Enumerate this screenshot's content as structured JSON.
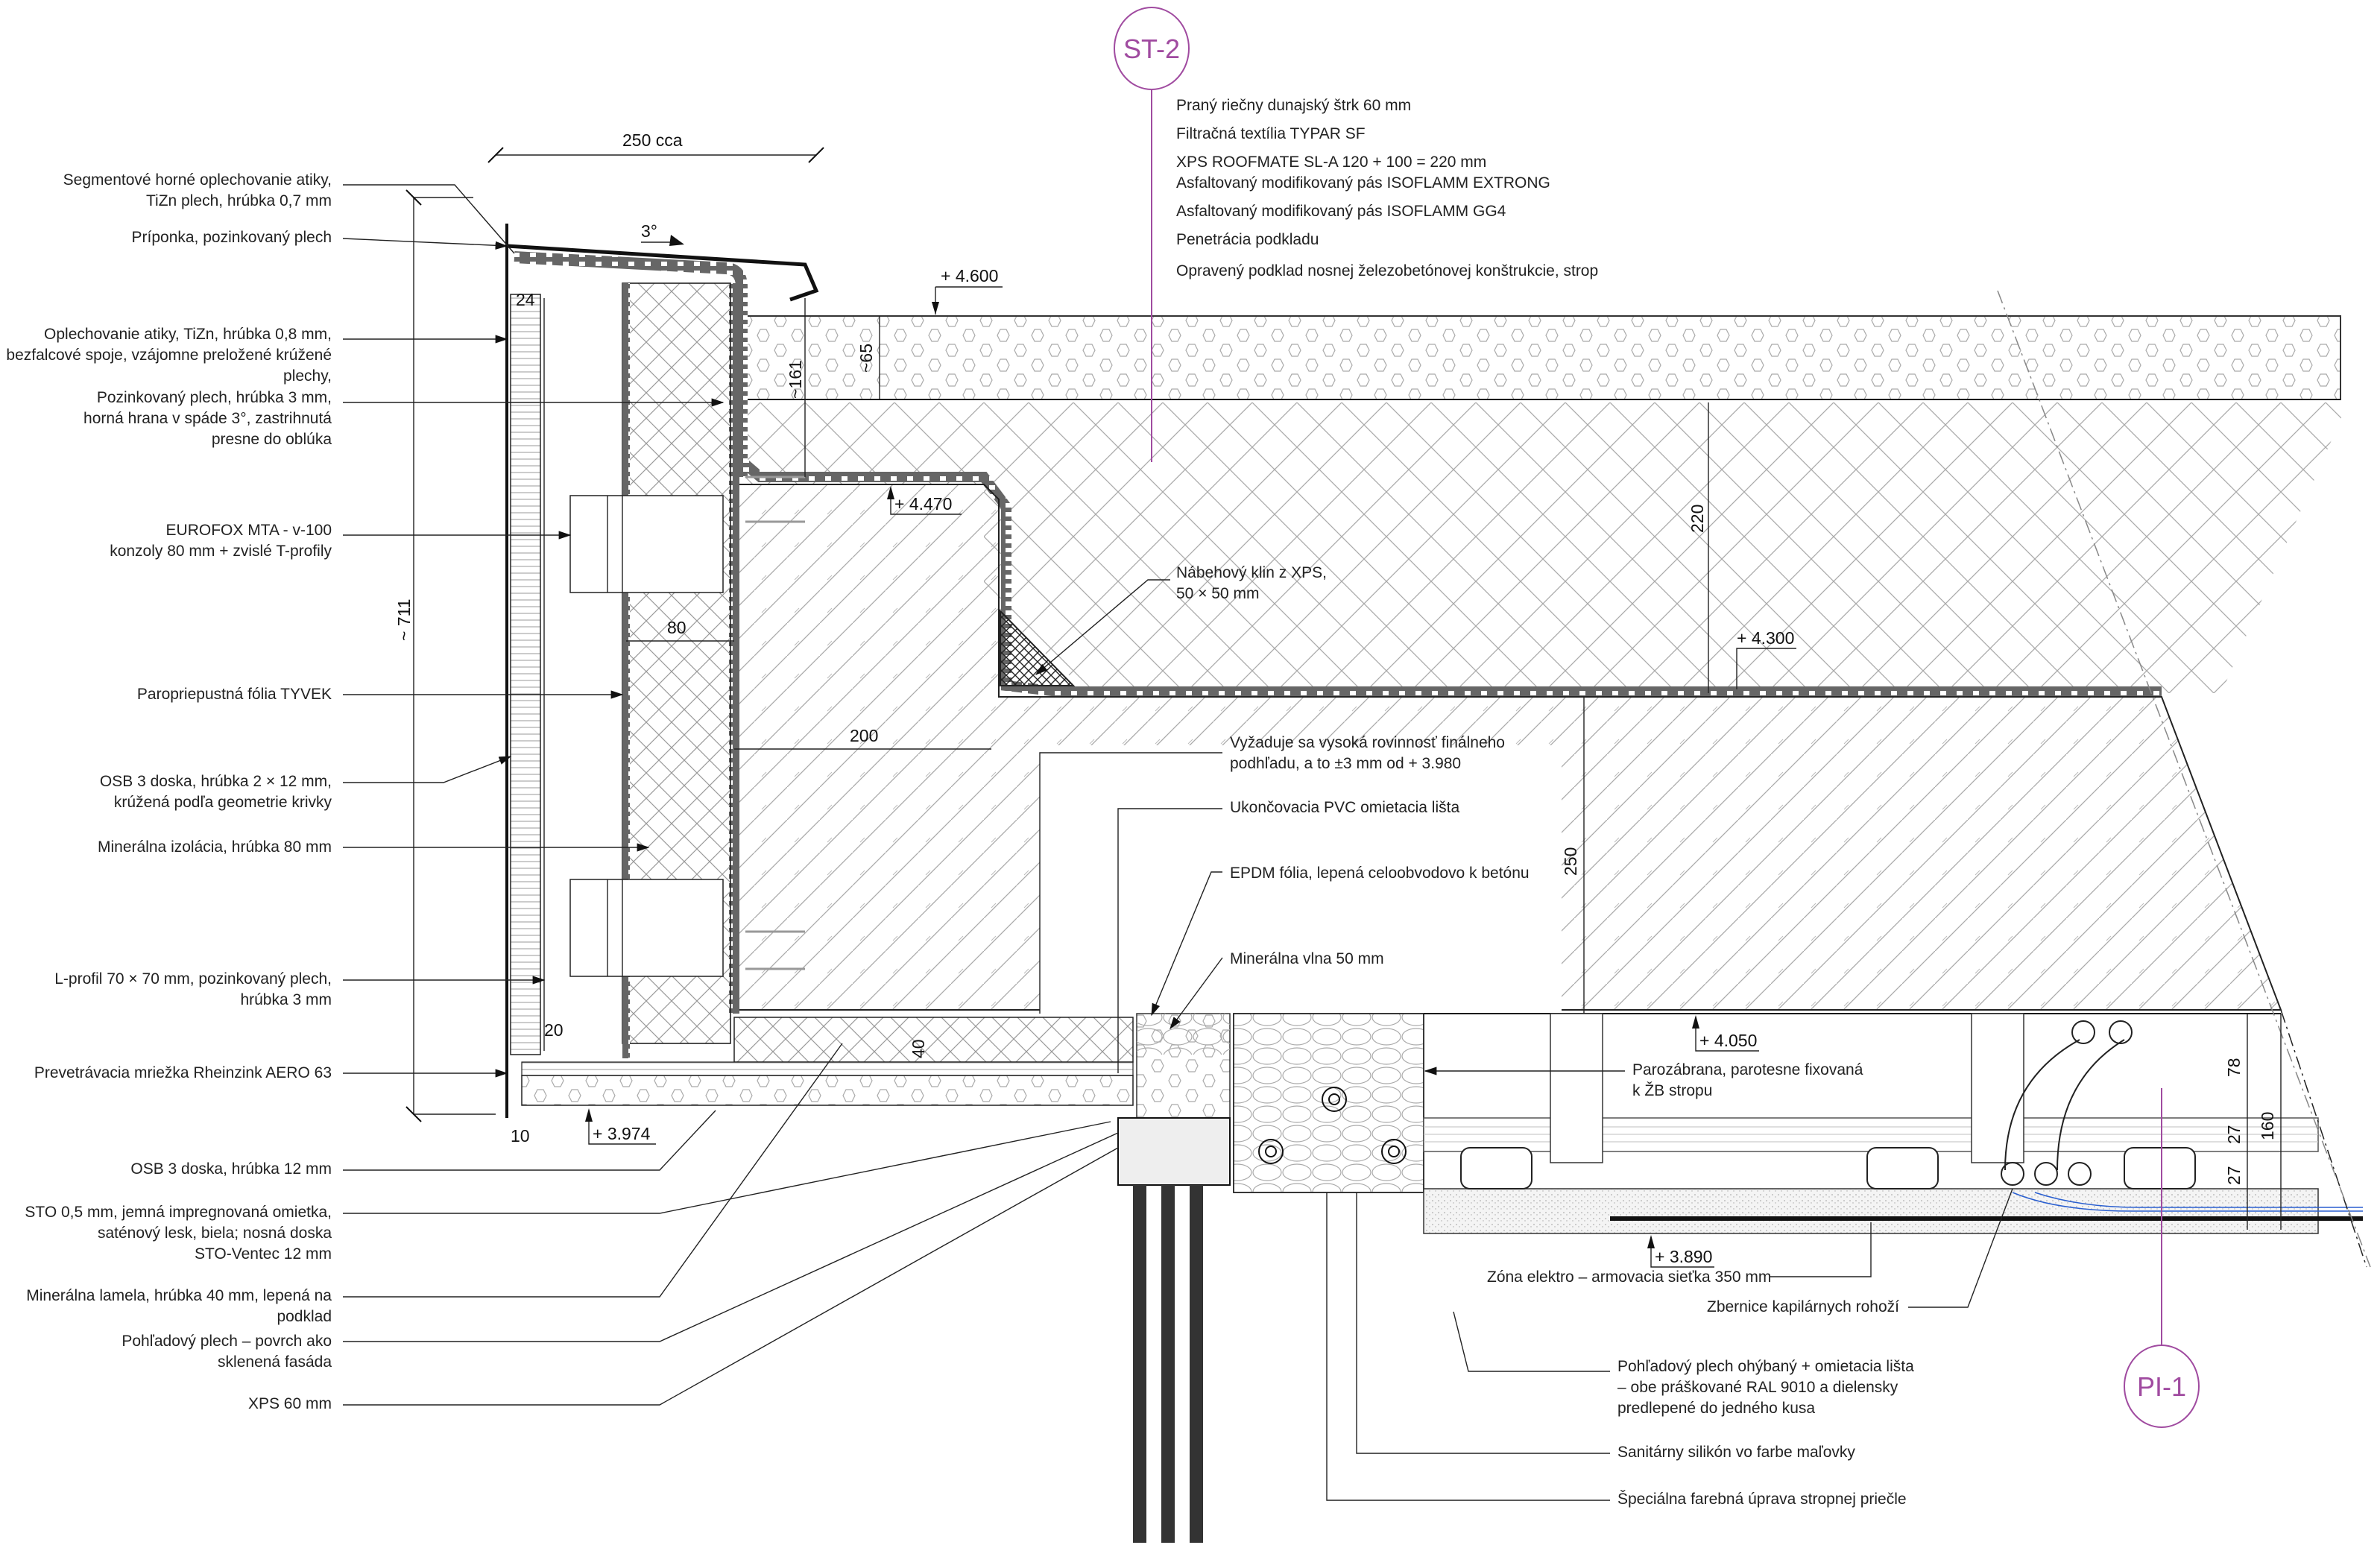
{
  "drawing": {
    "type": "architectural-section-detail",
    "section_bubbles": [
      {
        "id": "st2",
        "label": "ST-2",
        "color": "#a04ba0"
      },
      {
        "id": "pi1",
        "label": "PI-1",
        "color": "#a04ba0"
      }
    ],
    "roof_layers": [
      "Praný riečny dunajský štrk 60 mm",
      "Filtračná textília TYPAR SF",
      "XPS ROOFMATE SL-A 120 + 100 = 220 mm",
      "Asfaltovaný modifikovaný pás ISOFLAMM EXTRONG",
      "Asfaltovaný modifikovaný pás ISOFLAMM GG4",
      "Penetrácia podkladu",
      "Opravený podklad nosnej železobetónovej konštrukcie, strop"
    ],
    "left_labels": [
      {
        "lines": [
          "Segmentové horné oplechovanie atiky,",
          "TiZn plech, hrúbka 0,7 mm"
        ]
      },
      {
        "lines": [
          "Príponka, pozinkovaný plech"
        ]
      },
      {
        "lines": [
          "Oplechovanie atiky, TiZn, hrúbka 0,8 mm,",
          "bezfalcové spoje, vzájomne preložené krúžené",
          "plechy,"
        ]
      },
      {
        "lines": [
          "Pozinkovaný plech, hrúbka 3 mm,",
          "horná hrana v spáde 3°, zastrihnutá",
          "presne do oblúka"
        ]
      },
      {
        "lines": [
          "EUROFOX MTA - v-100",
          "konzoly 80 mm + zvislé T-profily"
        ]
      },
      {
        "lines": [
          "Paropriepustná fólia TYVEK"
        ]
      },
      {
        "lines": [
          "OSB 3 doska, hrúbka 2 × 12 mm,",
          "krúžená podľa geometrie krivky"
        ]
      },
      {
        "lines": [
          "Minerálna izolácia, hrúbka 80 mm"
        ]
      },
      {
        "lines": [
          "L-profil 70 × 70 mm, pozinkovaný plech,",
          "hrúbka 3 mm"
        ]
      },
      {
        "lines": [
          "Prevetrávacia mriežka Rheinzink AERO 63"
        ]
      },
      {
        "lines": [
          "OSB 3 doska, hrúbka 12 mm"
        ]
      },
      {
        "lines": [
          "STO 0,5 mm, jemná impregnovaná omietka,",
          "saténový lesk, biela; nosná doska",
          "STO-Ventec 12 mm"
        ]
      },
      {
        "lines": [
          "Minerálna lamela, hrúbka 40 mm, lepená na",
          "podklad"
        ]
      },
      {
        "lines": [
          "Pohľadový plech – povrch ako",
          "sklenená fasáda"
        ]
      },
      {
        "lines": [
          "XPS 60 mm"
        ]
      }
    ],
    "middle_labels": [
      {
        "lines": [
          "Nábehový klin z XPS,",
          "50 × 50 mm"
        ]
      },
      {
        "lines": [
          "Vyžaduje sa vysoká rovinnosť finálneho",
          "podhľadu, a to ±3 mm od + 3.980"
        ]
      },
      {
        "lines": [
          "Ukončovacia PVC omietacia lišta"
        ]
      },
      {
        "lines": [
          "EPDM fólia, lepená celoobvodovo k betónu"
        ]
      },
      {
        "lines": [
          "Minerálna vlna 50 mm"
        ]
      }
    ],
    "right_labels": [
      {
        "lines": [
          "Parozábrana, parotesne fixovaná",
          "k ŽB stropu"
        ]
      },
      {
        "lines": [
          "Zóna elektro – armovacia sieťka 350 mm"
        ]
      },
      {
        "lines": [
          "Zbernice kapilárnych rohoží"
        ]
      },
      {
        "lines": [
          "Pohľadový plech ohýbaný + omietacia lišta",
          "– obe práškované RAL 9010 a dielensky",
          "predlepené do jedného kusa"
        ]
      },
      {
        "lines": [
          "Sanitárny silikón vo farbe maľovky"
        ]
      },
      {
        "lines": [
          "Špeciálna farebná úprava stropnej priečle"
        ]
      }
    ],
    "dimensions": {
      "top_width": "250 cca",
      "slope": "3°",
      "height_left": "~ 711",
      "d24": "24",
      "d80": "80",
      "d20": "20",
      "d10": "10",
      "d161": "~161",
      "d65": "~65",
      "d200": "200",
      "d40": "40",
      "d220": "220",
      "d250": "250",
      "d78": "78",
      "d27a": "27",
      "d27b": "27",
      "d160": "160"
    },
    "levels": {
      "l4600": "+ 4.600",
      "l4470": "+ 4.470",
      "l4300": "+ 4.300",
      "l4050": "+ 4.050",
      "l3974": "+ 3.974",
      "l3890": "+ 3.890"
    }
  }
}
